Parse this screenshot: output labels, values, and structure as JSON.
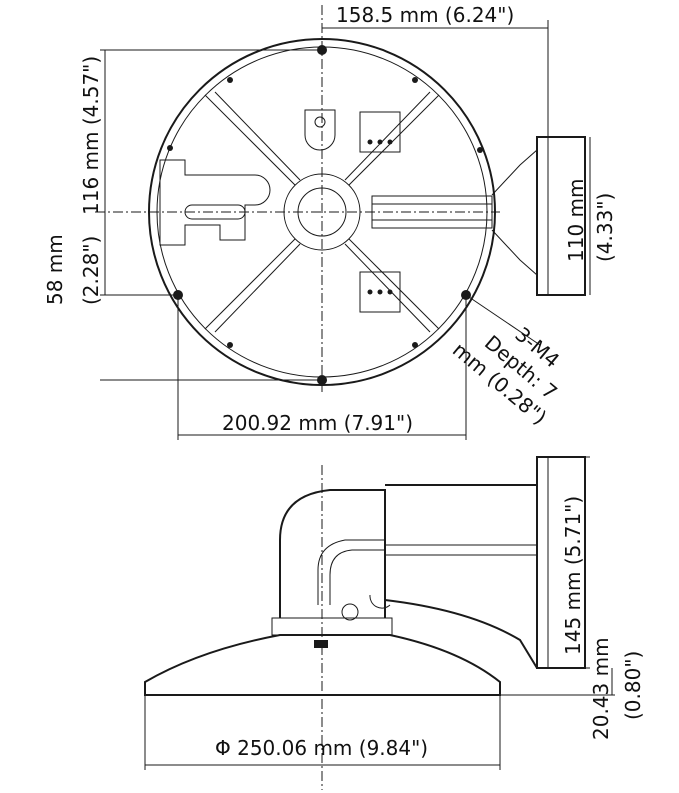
{
  "top_view": {
    "width_offset": "158.5 mm (6.24\")",
    "height_upper": "116 mm (4.57\")",
    "height_lower_mm": "58 mm",
    "height_lower_in": "(2.28\")",
    "plate_height_mm": "110 mm",
    "plate_height_in": "(4.33\")",
    "hole_spec_line1": "3-M4",
    "hole_spec_line2": "Depth: 7",
    "hole_spec_line3": "mm (0.28\")",
    "hole_spacing": "200.92 mm (7.91\")"
  },
  "side_view": {
    "height": "145 mm (5.71\")",
    "base_height_mm": "20.43 mm",
    "base_height_in": "(0.80\")",
    "diameter": "Φ 250.06 mm (9.84\")"
  }
}
